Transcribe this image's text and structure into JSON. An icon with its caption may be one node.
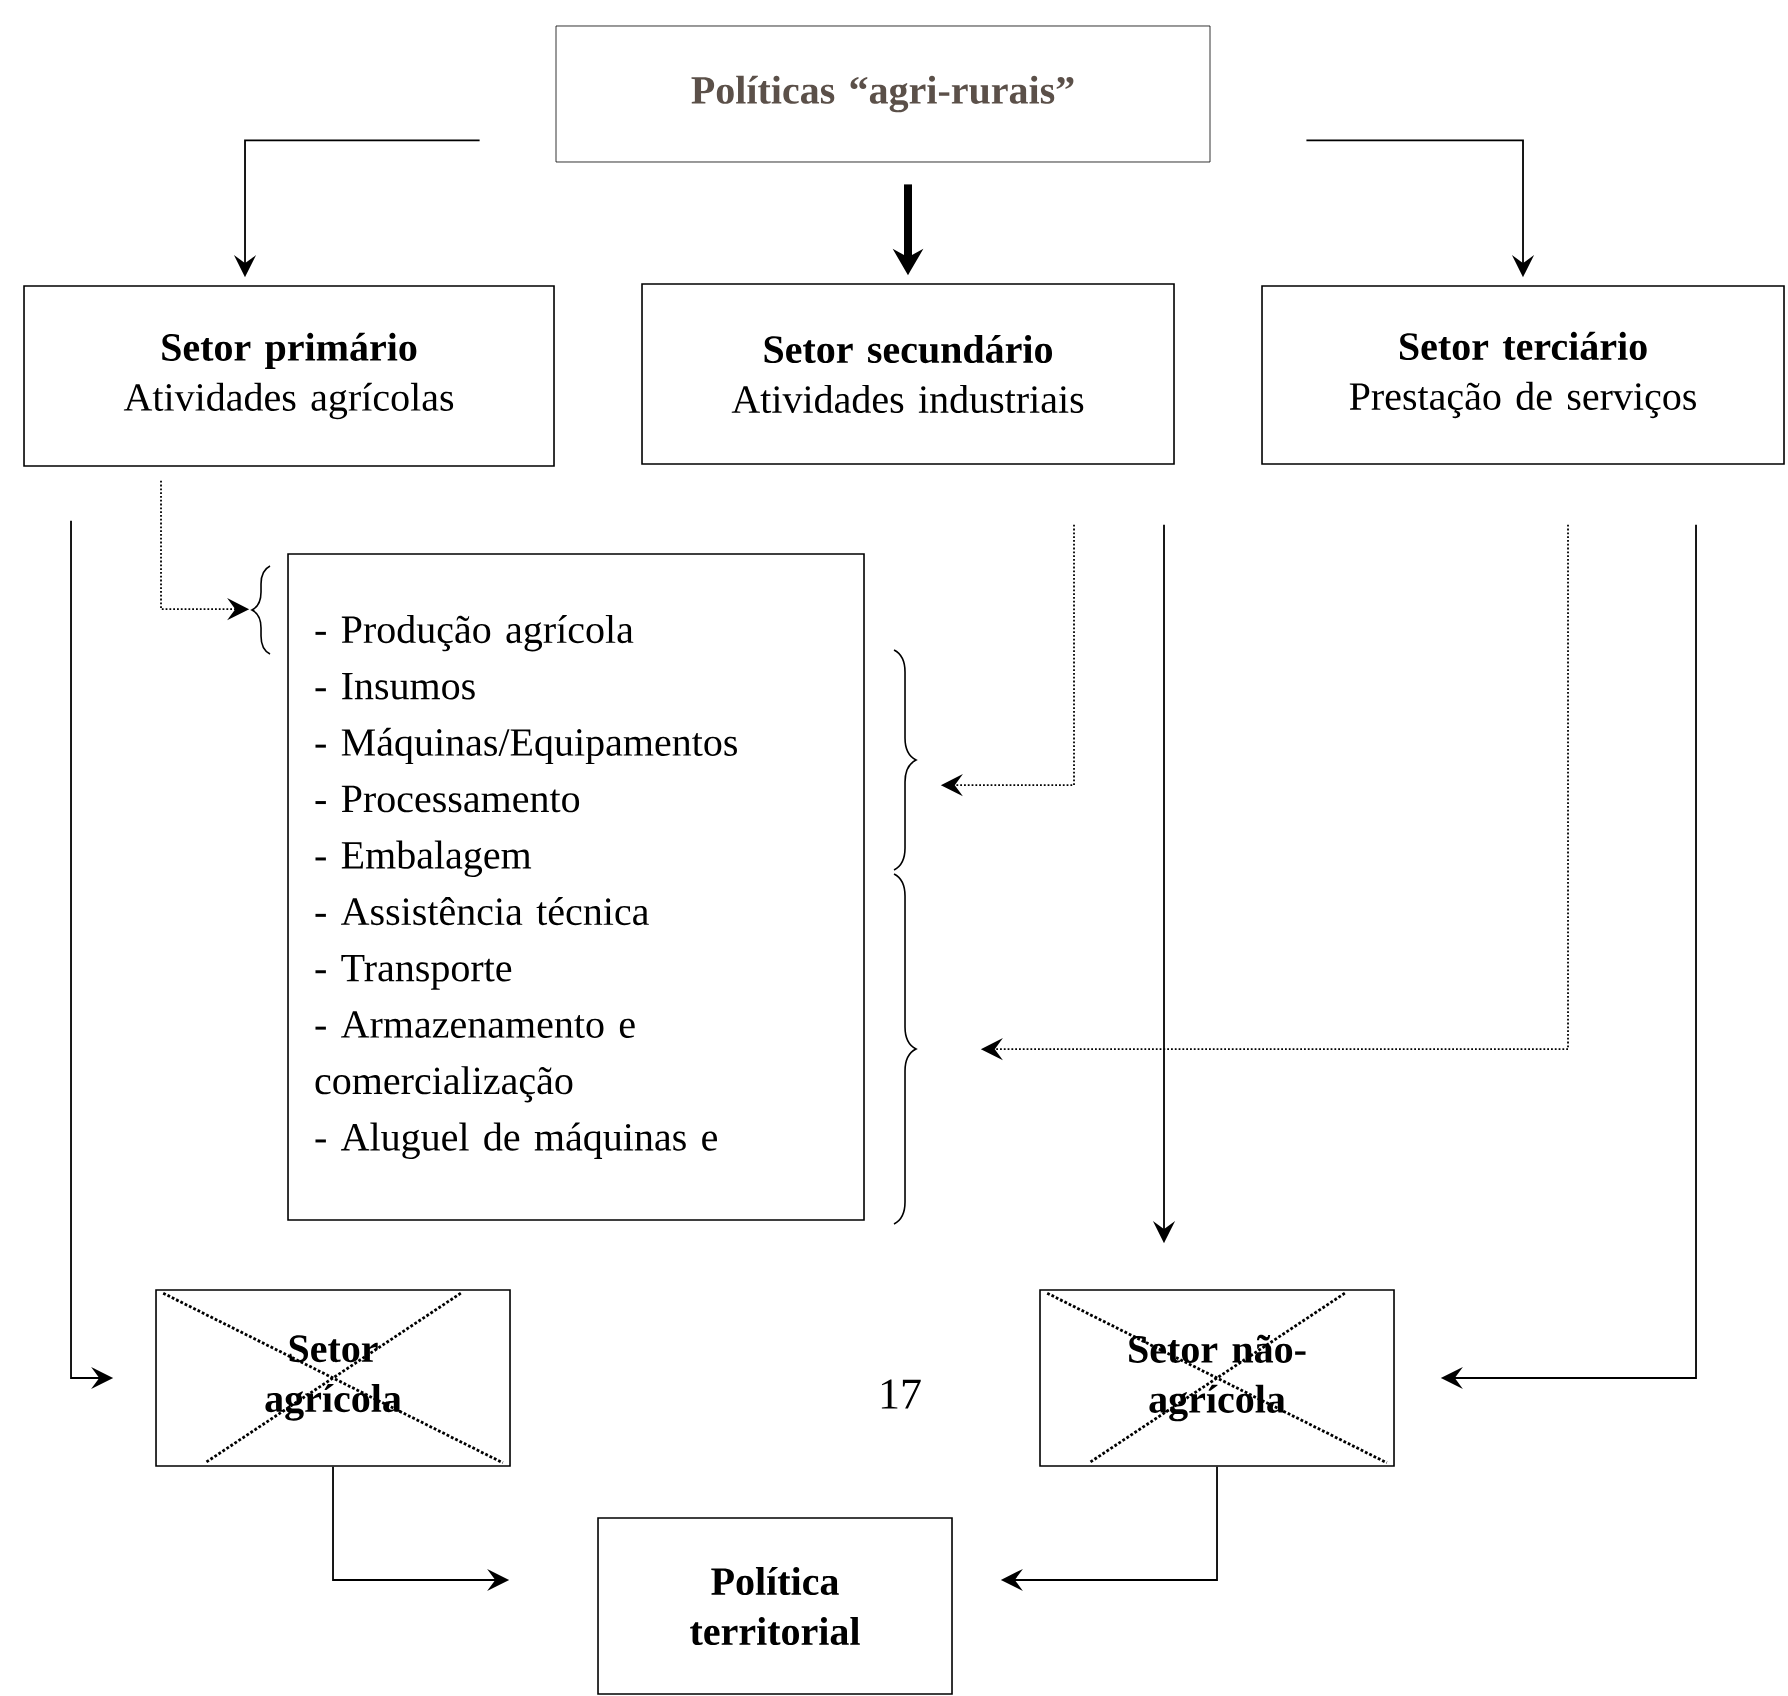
{
  "diagram": {
    "nodes": [
      {
        "text": [
          "Políticas “agri-rurais”"
        ]
      },
      {
        "text": [
          "Setor primário",
          "Atividades agrícolas"
        ]
      },
      {
        "text": [
          "Setor secundário",
          "Atividades industriais"
        ]
      },
      {
        "text": [
          "Setor terciário",
          "Prestação de serviços"
        ]
      },
      {
        "text": [
          "- Produção agrícola",
          "- Insumos",
          "- Máquinas/Equipamentos",
          "- Processamento",
          "- Embalagem",
          "- Assistência técnica",
          "- Transporte",
          "- Armazenamento e comercialização",
          "- Aluguel de máquinas e"
        ]
      },
      {
        "text": [
          "Setor agrícola"
        ]
      },
      {
        "text": [
          "Setor não-agrícola"
        ]
      },
      {
        "text": [
          "Política territorial"
        ]
      }
    ],
    "edges": [
      {
        "from": 0,
        "to": 1,
        "arrow": "to"
      },
      {
        "from": 0,
        "to": 2,
        "arrow": "to",
        "style": "thick"
      },
      {
        "from": 0,
        "to": 3,
        "arrow": "to"
      },
      {
        "from": 1,
        "to": 4,
        "arrow": "to",
        "style": "dashed"
      },
      {
        "from": 2,
        "to": 4,
        "arrow": "to",
        "style": "dashed"
      },
      {
        "from": 3,
        "to": 4,
        "arrow": "to",
        "style": "dashed"
      },
      {
        "from": 1,
        "to": 5,
        "arrow": "to"
      },
      {
        "from": 2,
        "to": 6,
        "arrow": "to"
      },
      {
        "from": 3,
        "to": 6,
        "arrow": "to"
      },
      {
        "from": 5,
        "to": 7,
        "arrow": "to"
      },
      {
        "from": 6,
        "to": 7,
        "arrow": "to"
      }
    ],
    "labels": [
      "17"
    ]
  }
}
